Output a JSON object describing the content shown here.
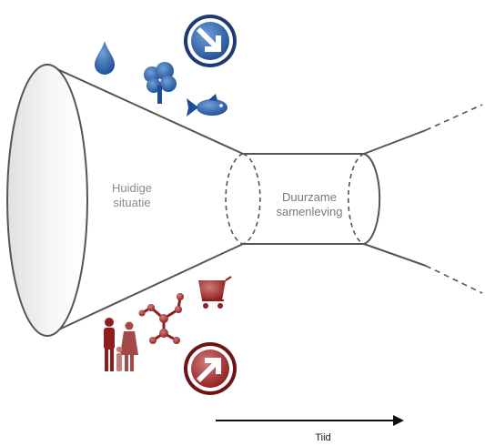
{
  "labels": {
    "current_situation": "Huidige\nsituatie",
    "sustainable_society": "Duurzame\nsamenleving",
    "time_axis": "Tiid"
  },
  "icons": {
    "decreasing": [
      "water-drop-icon",
      "tree-icon",
      "fish-icon"
    ],
    "increasing": [
      "family-icon",
      "molecule-icon",
      "shopping-cart-icon"
    ],
    "arrow_down": "arrow-down-right-icon",
    "arrow_up": "arrow-up-right-icon"
  },
  "colors": {
    "blue": "#1f4d94",
    "red": "#8f1d1d",
    "outline": "#555555"
  }
}
